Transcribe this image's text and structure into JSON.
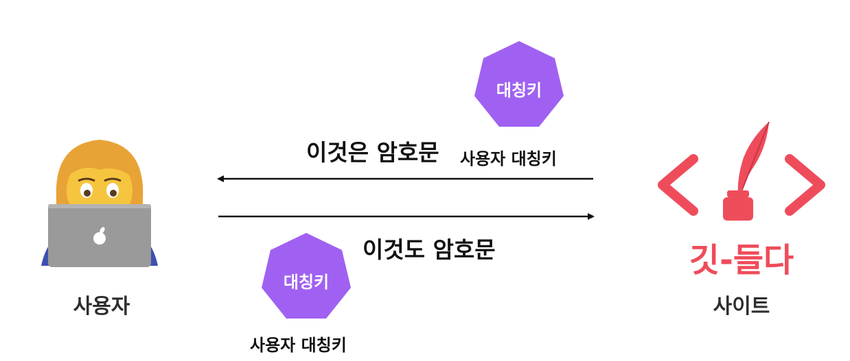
{
  "colors": {
    "key_badge": "#a061f2",
    "brand_red": "#ef4c5b",
    "arrow": "#111111",
    "skin": "#f6c53f",
    "hair": "#e8a336",
    "laptop": "#9a9a9a",
    "shirt": "#3f4fb0"
  },
  "user": {
    "label": "사용자",
    "icon": "user-with-laptop-icon"
  },
  "site": {
    "label": "사이트",
    "logo_text": "깃-들다",
    "icon": "quill-ink-code-icon"
  },
  "top_exchange": {
    "direction": "site-to-user",
    "message": "이것은 암호문",
    "key_badge": "대칭키",
    "key_caption": "사용자 대칭키"
  },
  "bottom_exchange": {
    "direction": "user-to-site",
    "message": "이것도 암호문",
    "key_badge": "대칭키",
    "key_caption": "사용자 대칭키"
  }
}
